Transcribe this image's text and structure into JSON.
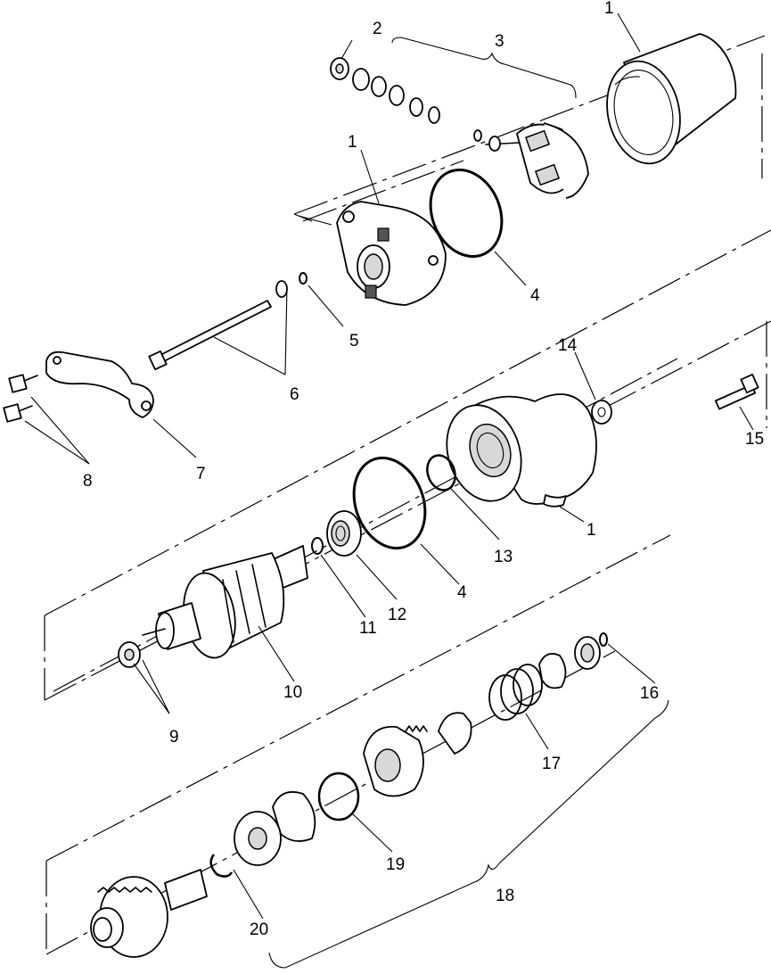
{
  "diagram": {
    "callouts": [
      {
        "id": "c1a",
        "text": "1"
      },
      {
        "id": "c2",
        "text": "2"
      },
      {
        "id": "c3",
        "text": "3"
      },
      {
        "id": "c1b",
        "text": "1"
      },
      {
        "id": "c4a",
        "text": "4"
      },
      {
        "id": "c5",
        "text": "5"
      },
      {
        "id": "c6",
        "text": "6"
      },
      {
        "id": "c7",
        "text": "7"
      },
      {
        "id": "c8",
        "text": "8"
      },
      {
        "id": "c14",
        "text": "14"
      },
      {
        "id": "c15",
        "text": "15"
      },
      {
        "id": "c1c",
        "text": "1"
      },
      {
        "id": "c13",
        "text": "13"
      },
      {
        "id": "c4b",
        "text": "4"
      },
      {
        "id": "c12",
        "text": "12"
      },
      {
        "id": "c11",
        "text": "11"
      },
      {
        "id": "c10",
        "text": "10"
      },
      {
        "id": "c9",
        "text": "9"
      },
      {
        "id": "c16",
        "text": "16"
      },
      {
        "id": "c17",
        "text": "17"
      },
      {
        "id": "c19",
        "text": "19"
      },
      {
        "id": "c18",
        "text": "18"
      },
      {
        "id": "c20",
        "text": "20"
      }
    ]
  }
}
